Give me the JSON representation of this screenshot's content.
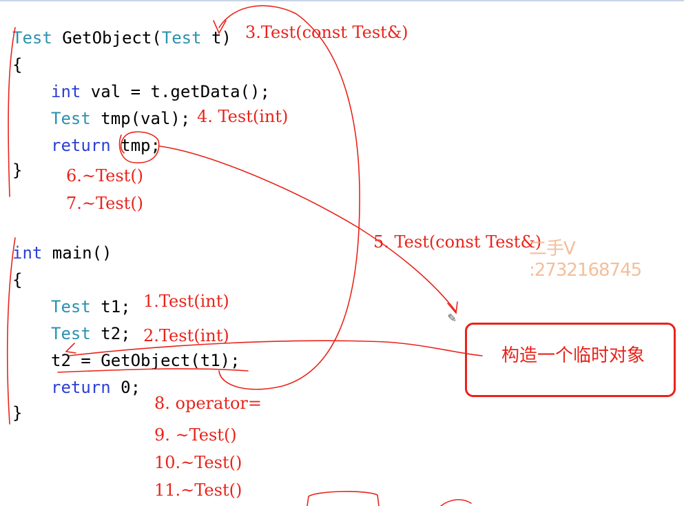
{
  "code": {
    "func_sig": {
      "ret_type": "Test",
      "name": " GetObject(",
      "param_type": "Test",
      "param": " t)"
    },
    "brace_open": "{",
    "line_val": {
      "kw": "int",
      "rest": " val = t.getData();"
    },
    "line_tmp": {
      "type": "Test",
      "rest": " tmp(val);"
    },
    "line_return_tmp": {
      "kw": "return",
      "rest": " tmp;"
    },
    "brace_close": "}",
    "main_sig": {
      "kw": "int",
      "rest": " main()"
    },
    "main_open": "{",
    "line_t1": {
      "type": "Test",
      "rest": " t1;"
    },
    "line_t2": {
      "type": "Test",
      "rest": " t2;"
    },
    "line_assign": "t2 = GetObject(t1);",
    "line_return0": {
      "kw": "return",
      "rest": " 0;"
    },
    "main_close": "}"
  },
  "annotations": {
    "a3": "3.Test(const Test&)",
    "a4": "4. Test(int)",
    "a6": "6.~Test()",
    "a7": "7.~Test()",
    "a5": "5. Test(const Test&)",
    "a1": "1.Test(int)",
    "a2": "2.Test(int)",
    "a8": "8. operator=",
    "a9": "9. ~Test()",
    "a10": "10.~Test()",
    "a11": "11.~Test()"
  },
  "callout": {
    "text": "构造一个临时对象"
  },
  "watermark": {
    "text": "二手V :2732168745"
  },
  "colors": {
    "annotation": "#e8231a",
    "keyword": "#2b3fd6",
    "type": "#2b91af",
    "watermark": "#f3b38a"
  },
  "icons": {
    "cursor": "pen-cursor-icon"
  }
}
